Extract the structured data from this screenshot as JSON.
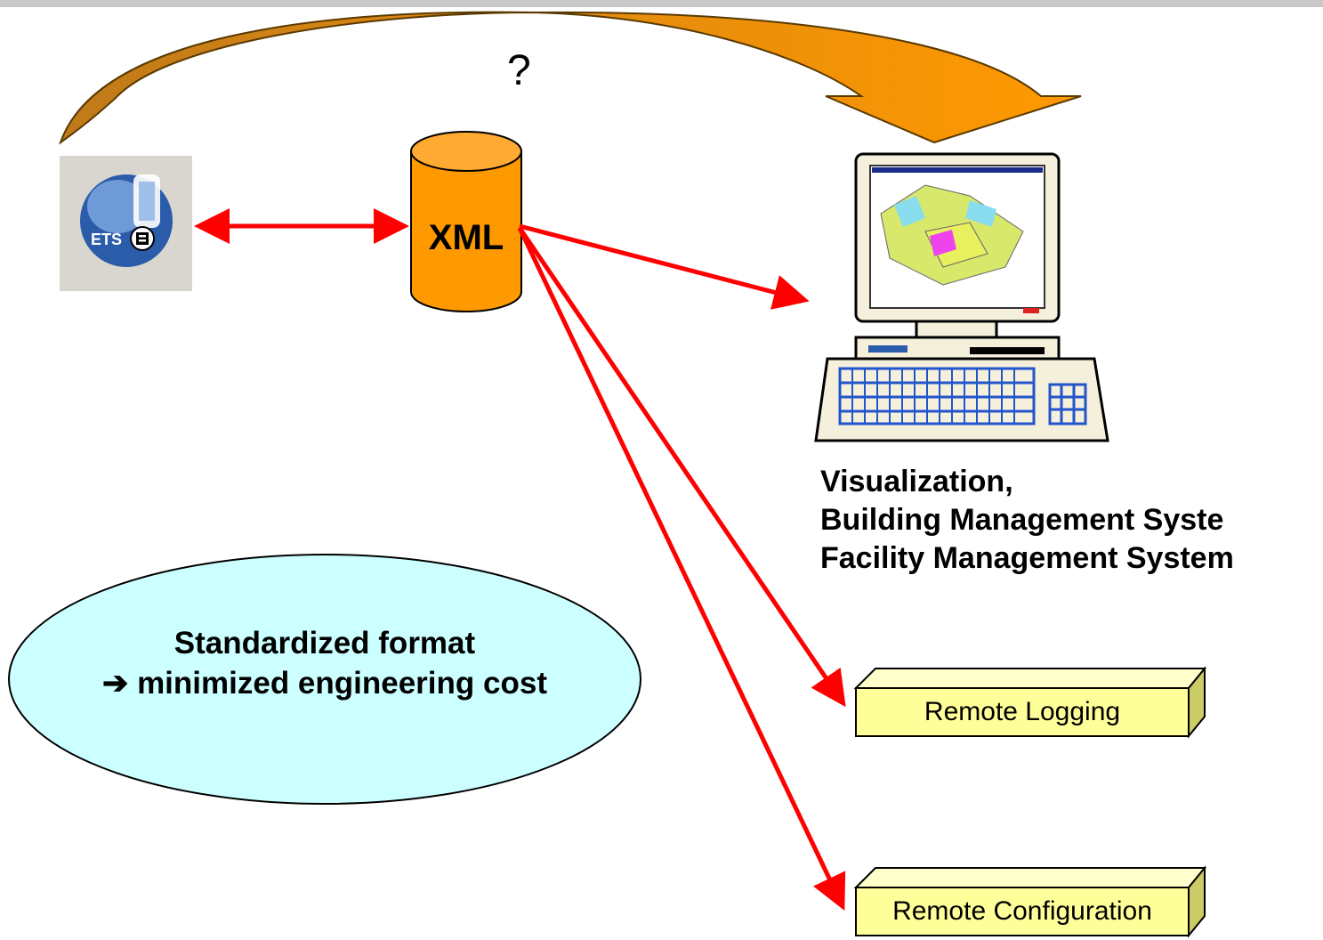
{
  "question_mark": "?",
  "database": {
    "label": "XML"
  },
  "source_icon": {
    "name": "ets-application-icon",
    "badge": "ETS"
  },
  "visualization": {
    "lines": [
      "Visualization,",
      "Building Management Syste",
      "Facility Management System"
    ]
  },
  "callout": {
    "line1": "Standardized format",
    "line2": "➔ minimized engineering cost"
  },
  "targets": {
    "remote_logging": "Remote Logging",
    "remote_configuration": "Remote Configuration"
  },
  "colors": {
    "arrow": "#ff0000",
    "big_arrow": "#ff9900",
    "big_arrow_shadow": "#c07a1a",
    "cylinder": "#ff9900",
    "box_fill": "#ffff99",
    "ellipse_fill": "#ccffff"
  }
}
